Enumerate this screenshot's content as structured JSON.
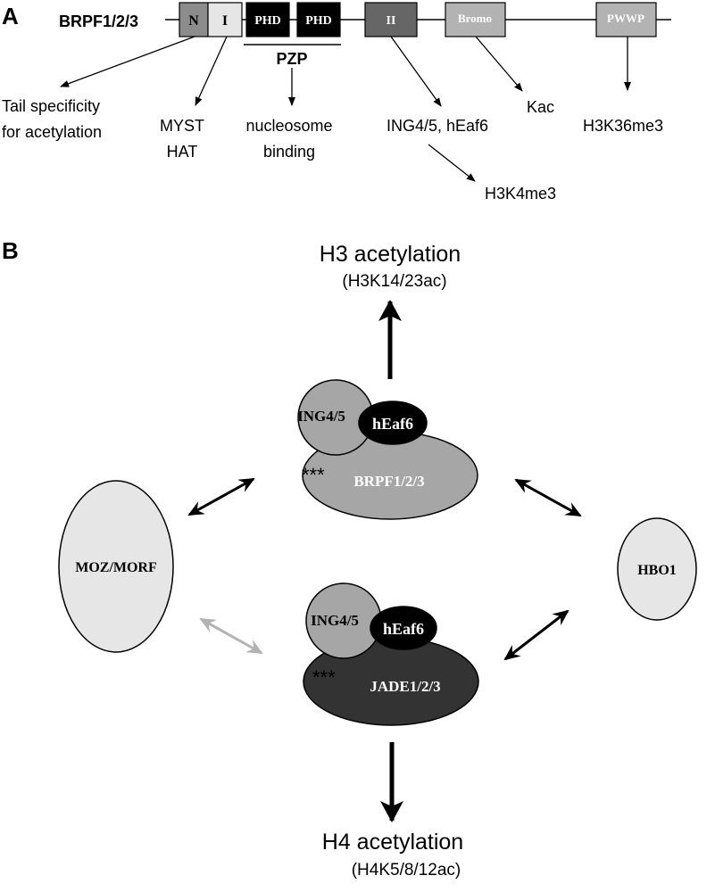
{
  "panel_a": {
    "letter": "A",
    "protein": "BRPF1/2/3",
    "domains": {
      "n": "N",
      "i": "I",
      "phd1": "PHD",
      "phd2": "PHD",
      "ii": "II",
      "bromo": "Bromo",
      "pwwp": "PWWP"
    },
    "pzp": "PZP",
    "annotations": {
      "tail_1": "Tail specificity",
      "tail_2": "for acetylation",
      "myst_1": "MYST",
      "myst_2": "HAT",
      "nuc_1": "nucleosome",
      "nuc_2": "binding",
      "ing": "ING4/5, hEaf6",
      "h3k4": "H3K4me3",
      "kac": "Kac",
      "h3k36": "H3K36me3"
    },
    "colors": {
      "n": "#8c8c8c",
      "i": "#e6e6e6",
      "phd": "#000000",
      "ii": "#666666",
      "bromo": "#b3b3b3",
      "pwwp": "#b3b3b3"
    }
  },
  "panel_b": {
    "letter": "B",
    "top_title": "H3 acetylation",
    "top_sub": "(H3K14/23ac)",
    "bottom_title": "H4 acetylation",
    "bottom_sub": "(H4K5/8/12ac)",
    "complex_top": {
      "ing": "ING4/5",
      "heaf": "hEaf6",
      "scaffold": "BRPF1/2/3",
      "stars": "***"
    },
    "complex_bottom": {
      "ing": "ING4/5",
      "heaf": "hEaf6",
      "scaffold": "JADE1/2/3",
      "stars": "***"
    },
    "left_hat": "MOZ/MORF",
    "right_hat": "HBO1",
    "colors": {
      "ing": "#a6a6a6",
      "heaf": "#000000",
      "brpf": "#a6a6a6",
      "jade": "#333333",
      "hat": "#e6e6e6",
      "faint_arrow": "#b3b3b3"
    }
  }
}
